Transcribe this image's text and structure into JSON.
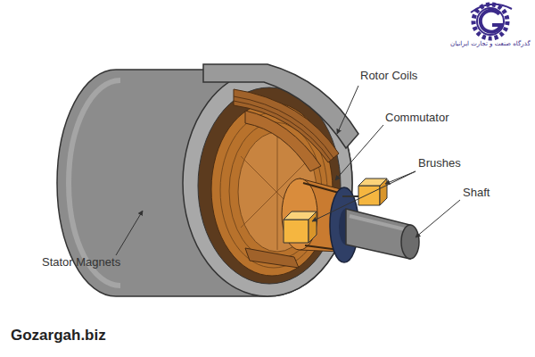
{
  "diagram": {
    "labels": [
      "Rotor Coils",
      "Commutator",
      "Brushes",
      "Shaft",
      "Stator Magnets",
      "Gozargah.biz",
      "گذرگاه صنعت و تجارت ایرانیان"
    ]
  }
}
